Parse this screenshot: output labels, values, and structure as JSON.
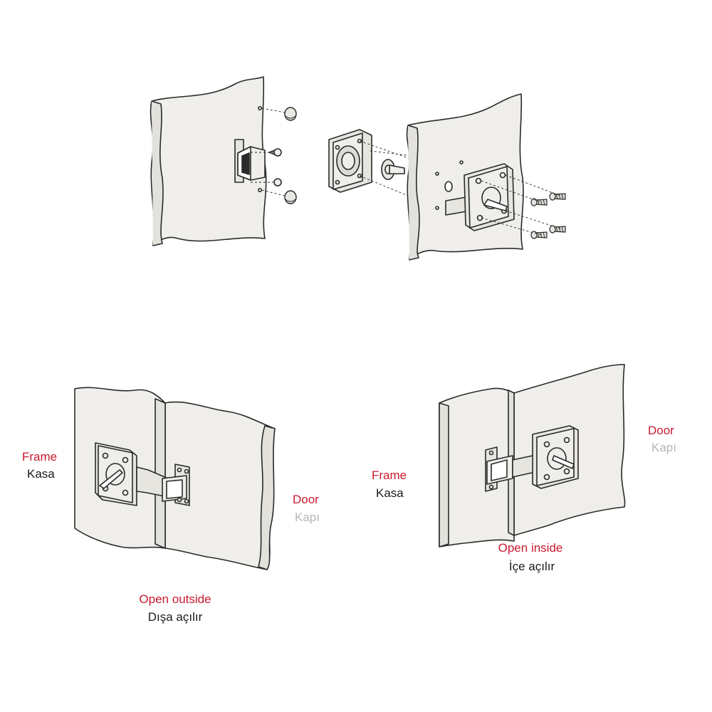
{
  "colors": {
    "accent": "#c8192e",
    "text": "#1a1a1a",
    "muted": "#b5b5b5",
    "panel": "#efeeea",
    "stroke": "#2a2a2a"
  },
  "left_assembly": {
    "frame_en": "Frame",
    "frame_tr": "Kasa",
    "door_en": "Door",
    "door_tr": "Kapı",
    "caption_en": "Open outside",
    "caption_tr": "Dışa açılır"
  },
  "right_assembly": {
    "frame_en": "Frame",
    "frame_tr": "Kasa",
    "door_en": "Door",
    "door_tr": "Kapı",
    "caption_en": "Open inside",
    "caption_tr": "İçe açılır"
  }
}
